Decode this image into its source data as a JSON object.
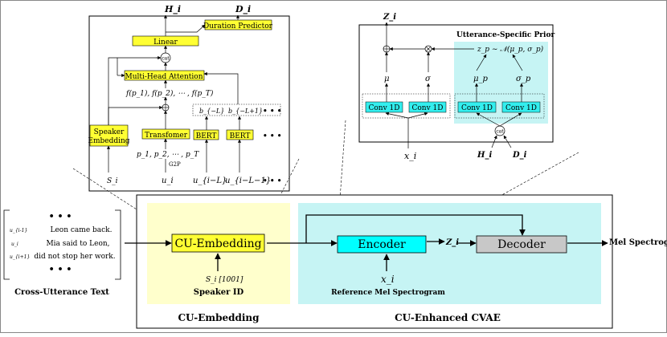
{
  "outer": {
    "cross_utterance_title": "Cross-Utterance Text",
    "context_lines": [
      {
        "sym": "u_{i-1}",
        "text": "Leon came back."
      },
      {
        "sym": "u_i",
        "text": "Mia said to Leon,"
      },
      {
        "sym": "u_{i+1}",
        "text": "did not stop her work."
      }
    ],
    "dots": "• • •",
    "cu_embedding_box": "CU-Embedding",
    "speaker_id_sym": "S_i  [1001]",
    "speaker_id_label": "Speaker ID",
    "cu_embedding_section": "CU-Embedding",
    "encoder_box": "Encoder",
    "decoder_box": "Decoder",
    "z_label": "Z_i",
    "x_label": "x_i",
    "ref_mel_label": "Reference Mel Spectrogram",
    "mel_output": "Mel Spectrogram",
    "cvae_section": "CU-Enhanced CVAE"
  },
  "left_detail": {
    "h_out": "H_i",
    "d_out": "D_i",
    "duration_predictor": "Duration Predictor",
    "linear": "Linear",
    "cat": "cat",
    "mha": "Multi-Head Attention",
    "f_seq": "f(p_1), f(p_2), ⋯ , f(p_T)",
    "b_minus_l": "b_{−L}",
    "b_minus_l1": "b_{−L+1}",
    "ellipsis": "• • •",
    "speaker_embedding": "Speaker Embedding",
    "transformer": "Transfomer",
    "bert": "BERT",
    "phones": "p_1, p_2, ⋯ , p_T",
    "g2p": "G2P",
    "s_i": "S_i",
    "u_i": "u_i",
    "u_i_minus_l": "u_{i−L}",
    "u_i_minus_l1": "u_{i−L−1}"
  },
  "right_detail": {
    "z_out": "Z_i",
    "prior_title": "Utterance-Specific Prior",
    "zp_eq": "z_p ∼ 𝒩(μ_p, σ_p)",
    "mu": "μ",
    "sigma": "σ",
    "mu_p": "μ_p",
    "sigma_p": "σ_p",
    "conv1d": "Conv 1D",
    "cat": "cat",
    "x_i": "x_i",
    "h_i": "H_i",
    "d_i": "D_i"
  },
  "colors": {
    "yellow_box": "#ffff33",
    "yellow_region": "#ffffcc",
    "cyan_box": "#00ffff",
    "cyan_region": "#c6f4f4",
    "cyan_inner": "#33eeee",
    "gray_box": "#c8c8c8"
  }
}
